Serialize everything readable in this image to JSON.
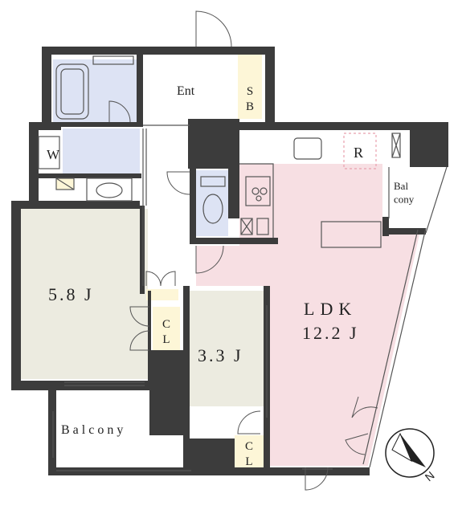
{
  "rooms": {
    "entrance": "Ent",
    "shoe_box": "S\nB",
    "washroom": "W",
    "refrigerator": "R",
    "small_balcony": "Bal\ncony",
    "western_room_1": "5.8 J",
    "closet_1": "C\nL",
    "western_room_2": "3.3 J",
    "closet_2": "C\nL",
    "ldk_name": "LDK",
    "ldk_size": "12.2 J",
    "balcony": "Balcony"
  },
  "compass": {
    "label": "N"
  },
  "colors": {
    "wall": "#3c3c3c",
    "ldk_floor": "#f7dfe3",
    "bedroom_floor": "#ecebe0",
    "wet_area": "#dde3f4",
    "closet": "#fdf6d7",
    "line": "#555555"
  }
}
